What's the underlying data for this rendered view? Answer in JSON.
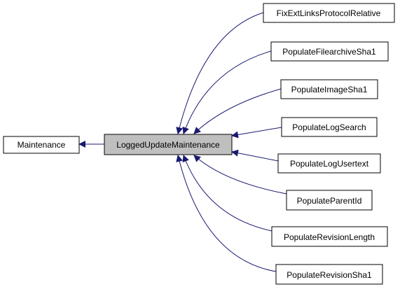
{
  "diagram": {
    "colors": {
      "edge": "#191970",
      "node_border": "#000000",
      "node_fill": "#ffffff",
      "highlight_fill": "#bfbfbf",
      "text": "#000000"
    },
    "base": {
      "label": "Maintenance"
    },
    "center": {
      "label": "LoggedUpdateMaintenance"
    },
    "subclasses": [
      {
        "label": "FixExtLinksProtocolRelative"
      },
      {
        "label": "PopulateFilearchiveSha1"
      },
      {
        "label": "PopulateImageSha1"
      },
      {
        "label": "PopulateLogSearch"
      },
      {
        "label": "PopulateLogUsertext"
      },
      {
        "label": "PopulateParentId"
      },
      {
        "label": "PopulateRevisionLength"
      },
      {
        "label": "PopulateRevisionSha1"
      }
    ]
  }
}
